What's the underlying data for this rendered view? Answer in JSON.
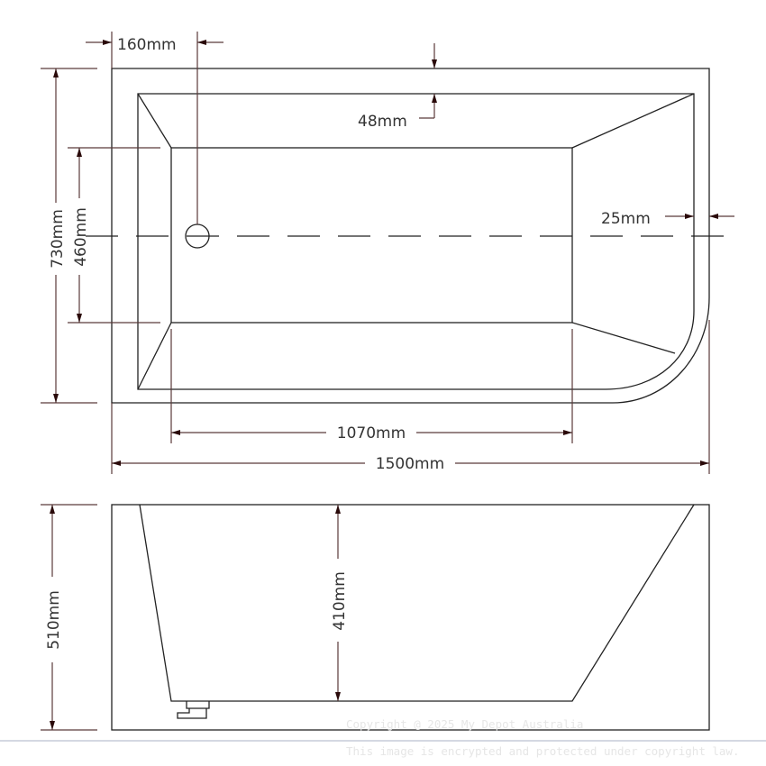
{
  "dimensions": {
    "drain_offset": "160mm",
    "rim_top": "48mm",
    "rim_right": "25mm",
    "outer_width": "730mm",
    "floor_width": "460mm",
    "floor_length": "1070mm",
    "outer_length": "1500mm",
    "height": "510mm",
    "inner_depth": "410mm"
  },
  "watermark": {
    "copyright": "Copyright @ 2025 My Depot Australia",
    "notice": "This image is encrypted and protected under copyright law."
  },
  "colors": {
    "line": "#222222",
    "dimension": "#5a3a3a",
    "watermark": "#e6e6e6"
  }
}
